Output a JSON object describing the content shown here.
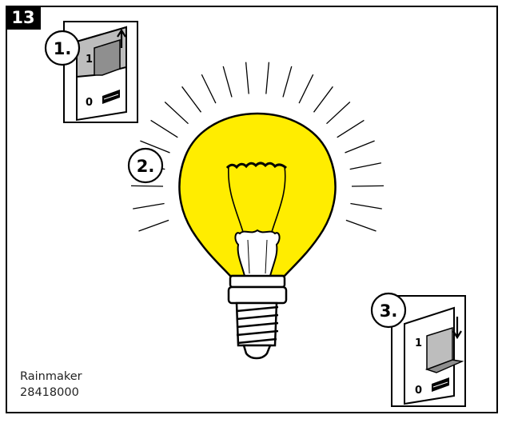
{
  "figure": {
    "number": "13",
    "steps": [
      "1.",
      "2.",
      "3."
    ],
    "switch_marks": {
      "on": "1",
      "off": "0"
    },
    "caption": {
      "brand": "Rainmaker",
      "code": "28418000"
    },
    "colors": {
      "bulb": "#ffed00",
      "ink": "#000000",
      "switch_gray": "#bdbdbd",
      "paddle_gray": "#8f8f8f"
    }
  }
}
